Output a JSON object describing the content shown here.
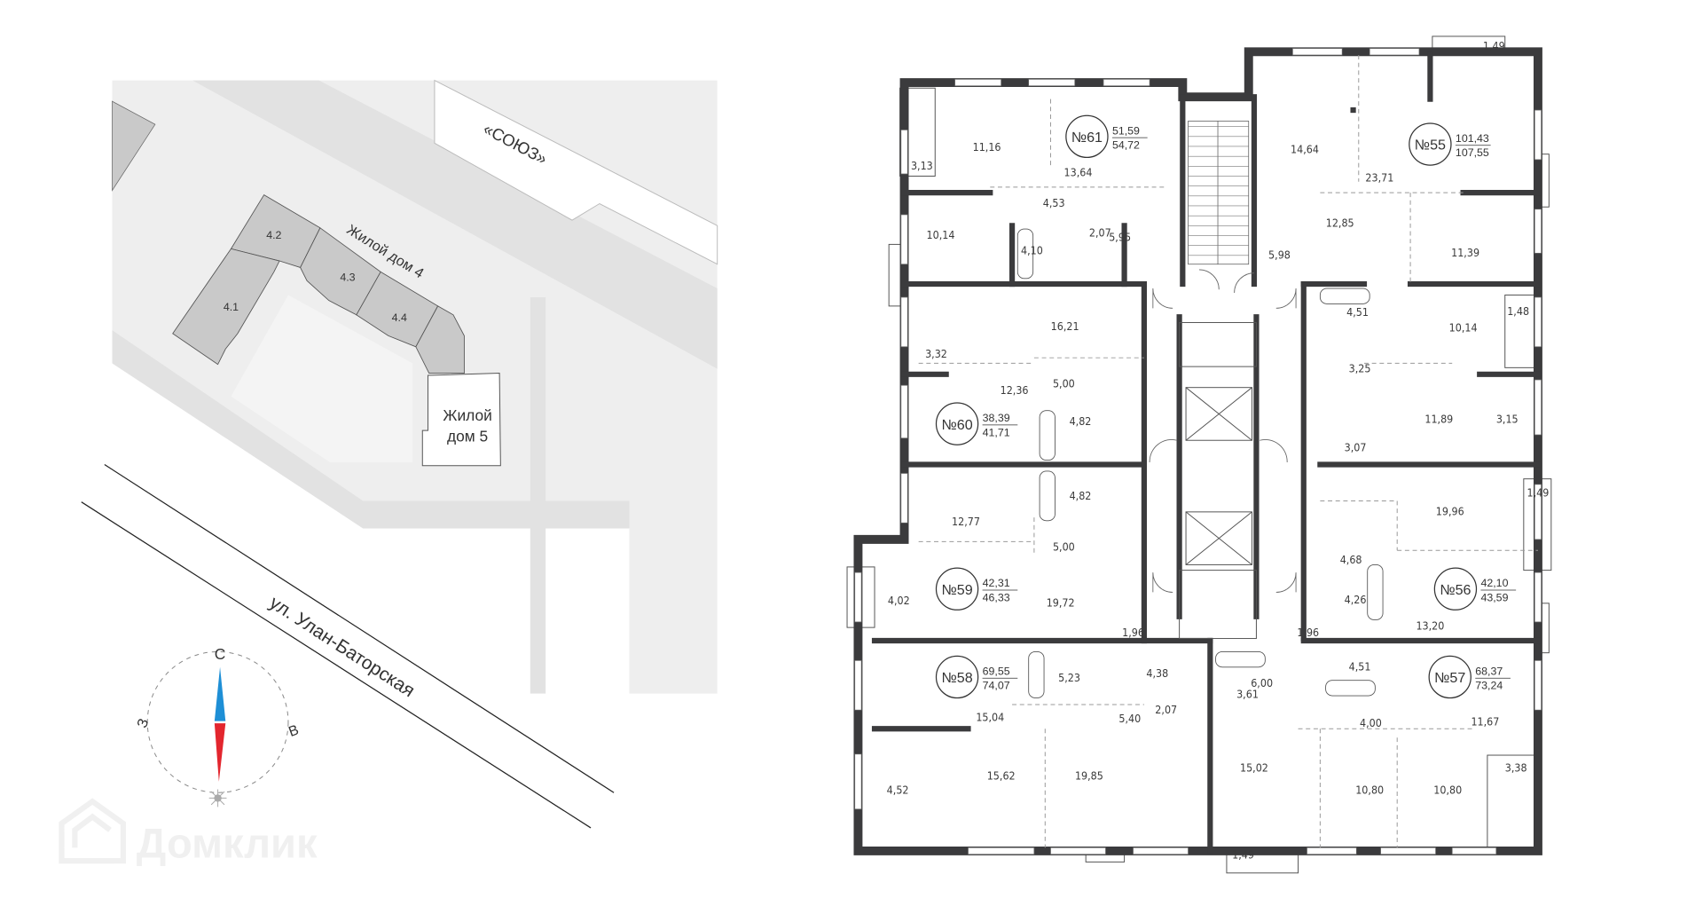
{
  "site_map": {
    "neighbor_label": "«СОЮЗ»",
    "building_4_label": "Жилой дом 4",
    "sections": [
      "4.1",
      "4.2",
      "4.3",
      "4.4"
    ],
    "building_5_label_line1": "Жилой",
    "building_5_label_line2": "дом 5",
    "street_label": "ул. Улан-Баторская"
  },
  "compass": {
    "north": "С",
    "west": "З",
    "east": "В",
    "north_color": "#1e8fd6",
    "south_color": "#e3262e"
  },
  "watermark": {
    "text": "Домклик"
  },
  "colors": {
    "wall": "#3b3b3d",
    "site_building": "#c9c9c9",
    "site_ground": "#eeeeee",
    "road": "#e2e2e2"
  },
  "apartments": [
    {
      "number": "№61",
      "living_area": "51,59",
      "total_area": "54,72"
    },
    {
      "number": "№55",
      "living_area": "101,43",
      "total_area": "107,55"
    },
    {
      "number": "№60",
      "living_area": "38,39",
      "total_area": "41,71"
    },
    {
      "number": "№59",
      "living_area": "42,31",
      "total_area": "46,33"
    },
    {
      "number": "№56",
      "living_area": "42,10",
      "total_area": "43,59"
    },
    {
      "number": "№58",
      "living_area": "69,55",
      "total_area": "74,07"
    },
    {
      "number": "№57",
      "living_area": "68,37",
      "total_area": "73,24"
    }
  ],
  "room_areas": [
    "11,16",
    "13,64",
    "3,13",
    "4,53",
    "10,14",
    "4,10",
    "2,07",
    "5,95",
    "14,64",
    "23,71",
    "12,85",
    "5,98",
    "11,39",
    "1,49",
    "16,21",
    "3,32",
    "12,36",
    "5,00",
    "4,82",
    "4,82",
    "12,77",
    "5,00",
    "4,02",
    "19,72",
    "1,96",
    "4,51",
    "10,14",
    "1,48",
    "3,25",
    "11,89",
    "3,15",
    "3,07",
    "19,96",
    "1,49",
    "4,68",
    "4,26",
    "13,20",
    "1,96",
    "5,23",
    "4,38",
    "4,51",
    "15,04",
    "2,07",
    "3,61",
    "6,00",
    "5,40",
    "4,00",
    "11,67",
    "4,52",
    "15,62",
    "19,85",
    "15,02",
    "10,80",
    "10,80",
    "3,38",
    "1,49"
  ]
}
